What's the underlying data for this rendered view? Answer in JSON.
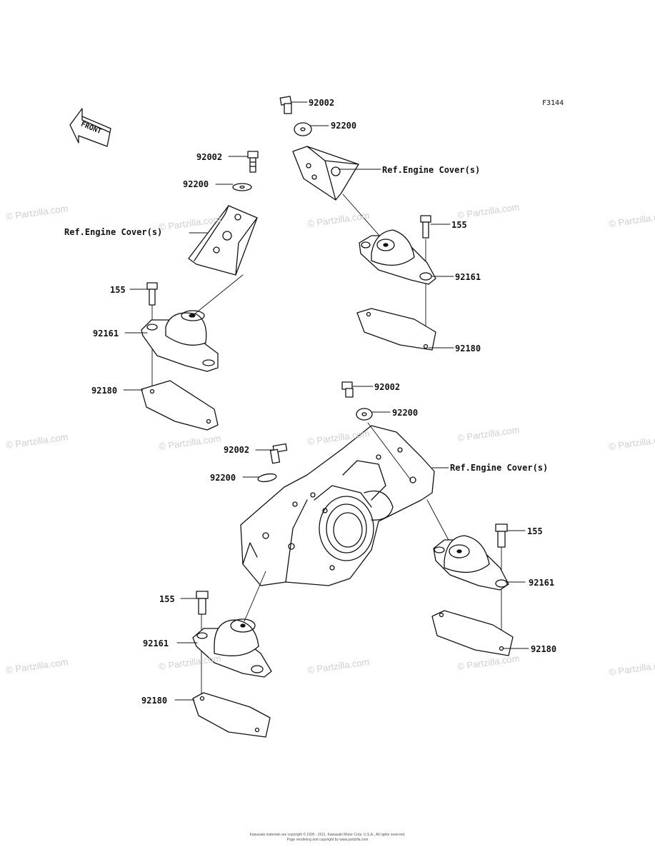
{
  "figure_code": "F3144",
  "front_label": "FRONT",
  "watermark": "© Partzilla.com",
  "callouts": {
    "part_92002": "92002",
    "part_92200": "92200",
    "part_155": "155",
    "part_92161": "92161",
    "part_92180": "92180",
    "ref_engine_cover": "Ref.Engine Cover(s)"
  },
  "footer": {
    "line1": "Kawasaki materials are copyright © 1995 - 2011, Kawasaki Motor Corp. U.S.A., All rights reserved.",
    "line2": "Page rendering and copyright by www.partzilla.com"
  }
}
